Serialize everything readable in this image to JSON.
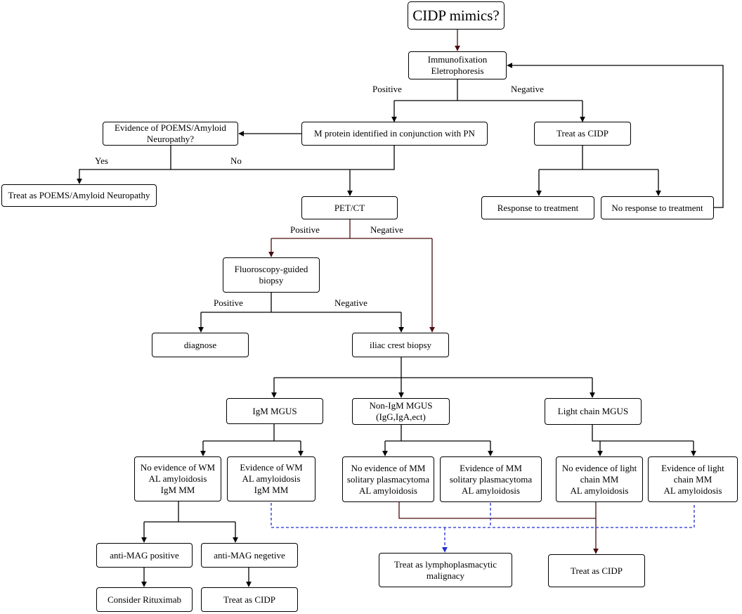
{
  "nodes": {
    "title": "CIDP mimics?",
    "immunofixation": "Immunofixation\nEletrophoresis",
    "m_protein": "M protein identified in conjunction with PN",
    "evidence_poems": "Evidence of POEMS/Amyloid\nNeuropathy?",
    "treat_poems": "Treat as POEMS/Amyloid Neuropathy",
    "treat_cidp_top": "Treat as CIDP",
    "response": "Response to treatment",
    "no_response": "No response to treatment",
    "pet_ct": "PET/CT",
    "fluoroscopy": "Fluoroscopy-guided\nbiopsy",
    "diagnose": "diagnose",
    "iliac": "iliac crest biopsy",
    "igm_mgus": "IgM MGUS",
    "non_igm_mgus": "Non-IgM MGUS\n(IgG,IgA,ect)",
    "light_chain_mgus": "Light chain MGUS",
    "no_evidence_wm": "No evidence of WM\nAL amyloidosis\nIgM MM",
    "evidence_wm": "Evidence of WM\nAL amyloidosis\nIgM MM",
    "no_evidence_mm": "No evidence of MM\nsolitary plasmacytoma\nAL amyloidosis",
    "evidence_mm": "Evidence of MM\nsolitary plasmacytoma\nAL amyloidosis",
    "no_evidence_light": "No evidence of light\nchain MM\nAL amyloidosis",
    "evidence_light": "Evidence of light\nchain MM\nAL amyloidosis",
    "anti_mag_pos": "anti-MAG positive",
    "anti_mag_neg": "anti-MAG negetive",
    "rituximab": "Consider Rituximab",
    "treat_cidp_mag": "Treat as CIDP",
    "treat_lympho": "Treat as lymphoplasmacytic\nmalignacy",
    "treat_cidp_bottom": "Treat as CIDP"
  },
  "edge_labels": {
    "ife_positive": "Positive",
    "ife_negative": "Negative",
    "poems_yes": "Yes",
    "poems_no": "No",
    "pet_positive": "Positive",
    "pet_negative": "Negative",
    "fluoro_positive": "Positive",
    "fluoro_negative": "Negative"
  },
  "colors": {
    "line": "#000000",
    "dark_red": "#4a0d0d",
    "dashed_blue": "#1f2fd0"
  }
}
